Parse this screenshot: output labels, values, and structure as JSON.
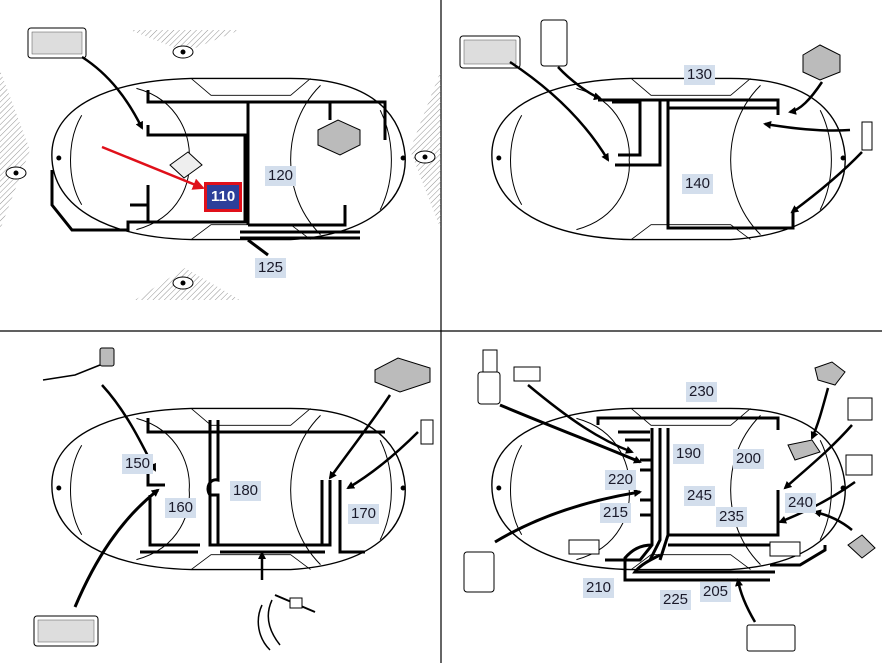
{
  "diagram": {
    "panels": [
      {
        "id": "front-left",
        "labels": [
          "110",
          "120",
          "125"
        ],
        "selected": "110"
      },
      {
        "id": "front-right",
        "labels": [
          "130",
          "140"
        ]
      },
      {
        "id": "rear-left",
        "labels": [
          "150",
          "160",
          "170",
          "180"
        ]
      },
      {
        "id": "rear-right",
        "labels": [
          "190",
          "200",
          "205",
          "210",
          "215",
          "220",
          "225",
          "230",
          "235",
          "240",
          "245"
        ]
      }
    ],
    "labels": {
      "l110": "110",
      "l120": "120",
      "l125": "125",
      "l130": "130",
      "l140": "140",
      "l150": "150",
      "l160": "160",
      "l170": "170",
      "l180": "180",
      "l190": "190",
      "l200": "200",
      "l205": "205",
      "l210": "210",
      "l215": "215",
      "l220": "220",
      "l225": "225",
      "l230": "230",
      "l235": "235",
      "l240": "240",
      "l245": "245"
    },
    "colors": {
      "selected_fill": "#2d3f9a",
      "selected_outline": "#e0101a",
      "label_fill": "#d3deec",
      "pointer_arrow": "#e0101a",
      "wiring": "#000000"
    }
  }
}
